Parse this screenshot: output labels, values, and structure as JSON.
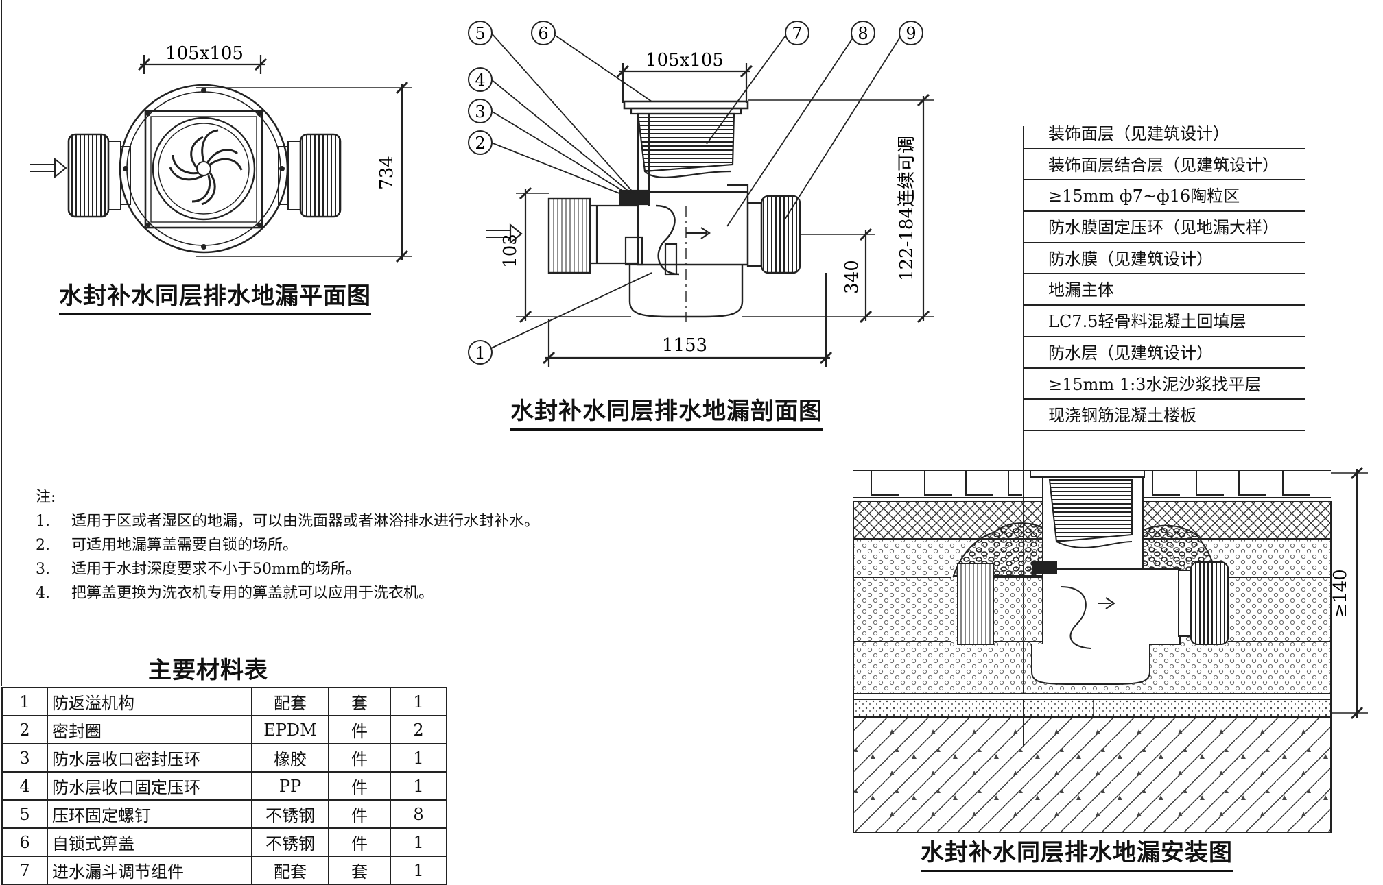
{
  "plan_view": {
    "title": "水封补水同层排水地漏平面图",
    "dim_top": "105x105",
    "dim_side": "734"
  },
  "section_view": {
    "title": "水封补水同层排水地漏剖面图",
    "dim_top": "105x105",
    "dim_bottom": "1153",
    "dim_left": "103",
    "dim_right_small": "340",
    "dim_right_large": "122-184连续可调",
    "callouts": [
      "1",
      "2",
      "3",
      "4",
      "5",
      "6",
      "7",
      "8",
      "9"
    ]
  },
  "install_view": {
    "title": "水封补水同层排水地漏安装图",
    "dim_right": "≥140",
    "layers": [
      "装饰面层（见建筑设计）",
      "装饰面层结合层（见建筑设计）",
      "≥15mm  ф7~ф16陶粒区",
      "防水膜固定压环（见地漏大样）",
      "防水膜（见建筑设计）",
      "地漏主体",
      "LC7.5轻骨料混凝土回填层",
      "防水层（见建筑设计）",
      "≥15mm   1:3水泥沙浆找平层",
      "现浇钢筋混凝土楼板"
    ]
  },
  "notes": {
    "heading": "注:",
    "items": [
      {
        "num": "1.",
        "text": "适用于区或者湿区的地漏，可以由洗面器或者淋浴排水进行水封补水。"
      },
      {
        "num": "2.",
        "text": "可适用地漏箅盖需要自锁的场所。"
      },
      {
        "num": "3.",
        "text": "适用于水封深度要求不小于50mm的场所。"
      },
      {
        "num": "4.",
        "text": "把箅盖更换为洗衣机专用的箅盖就可以应用于洗衣机。"
      }
    ]
  },
  "materials": {
    "title": "主要材料表",
    "rows": [
      [
        "1",
        "防返溢机构",
        "配套",
        "套",
        "1"
      ],
      [
        "2",
        "密封圈",
        "EPDM",
        "件",
        "2"
      ],
      [
        "3",
        "防水层收口密封压环",
        "橡胶",
        "件",
        "1"
      ],
      [
        "4",
        "防水层收口固定压环",
        "PP",
        "件",
        "1"
      ],
      [
        "5",
        "压环固定螺钉",
        "不锈钢",
        "件",
        "8"
      ],
      [
        "6",
        "自锁式箅盖",
        "不锈钢",
        "件",
        "1"
      ],
      [
        "7",
        "进水漏斗调节组件",
        "配套",
        "套",
        "1"
      ]
    ]
  }
}
